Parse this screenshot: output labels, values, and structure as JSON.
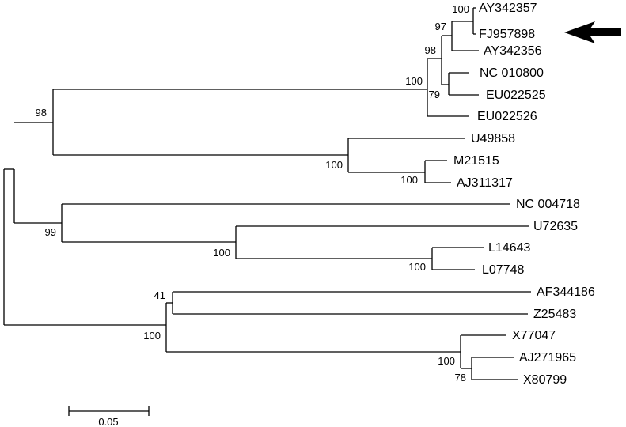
{
  "taxa": [
    "AY342357",
    "FJ957898",
    "AY342356",
    "NC 010800",
    "EU022525",
    "EU022526",
    "U49858",
    "M21515",
    "AJ311317",
    "NC 004718",
    "U72635",
    "L14643",
    "L07748",
    "AF344186",
    "Z25483",
    "X77047",
    "AJ271965",
    "X80799"
  ],
  "bootstrap": {
    "n1": "100",
    "n2": "97",
    "n3": "98",
    "n4": "79",
    "n5": "100",
    "n6": "100",
    "n7": "100",
    "n8": "98",
    "n9": "100",
    "n10": "100",
    "n11": "99",
    "n12": "78",
    "n13": "100",
    "n14": "41",
    "n15": "100"
  },
  "scale": {
    "label": "0.05"
  },
  "highlight": {
    "taxon": "FJ957898",
    "marker": "arrow-left-icon"
  }
}
